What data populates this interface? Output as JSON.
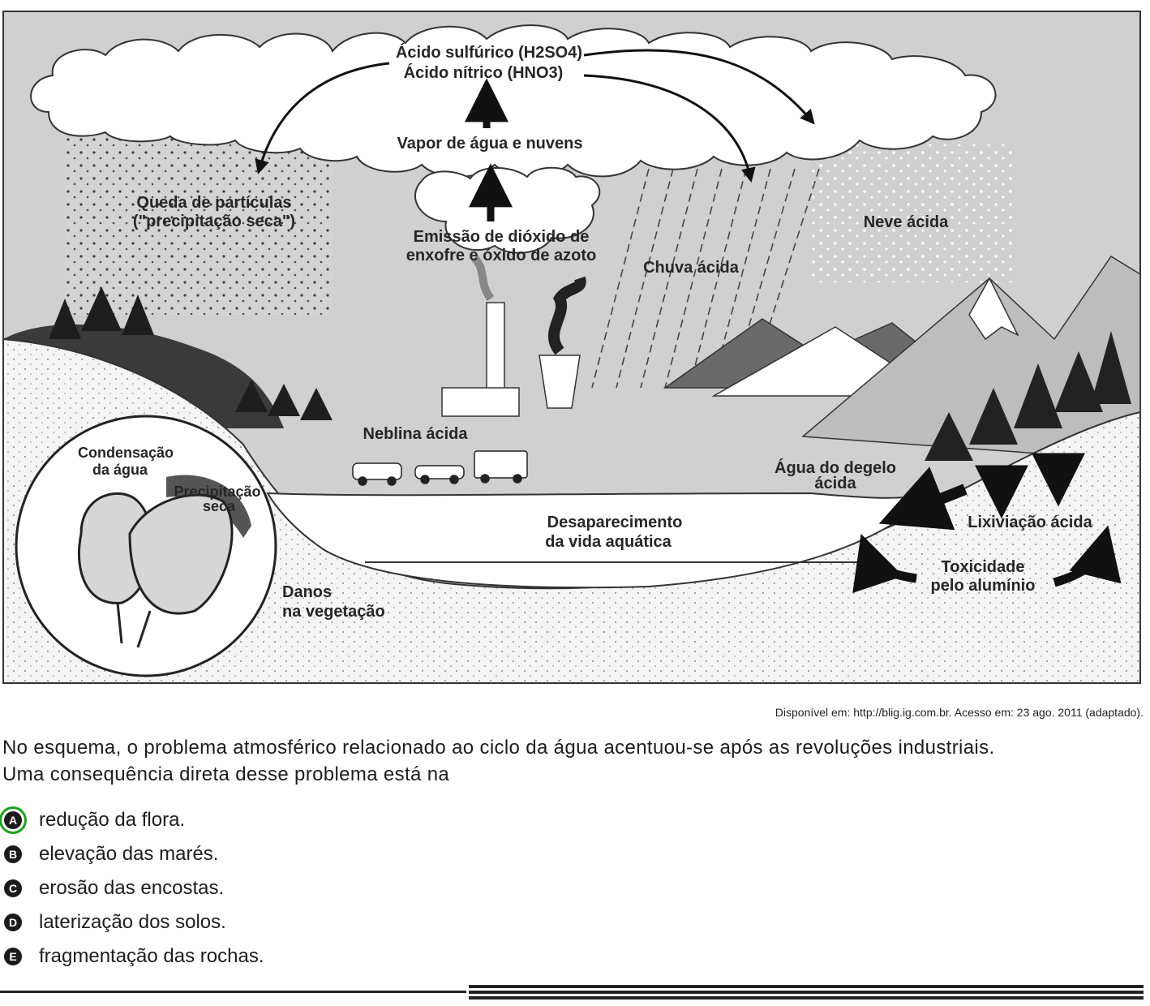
{
  "diagram": {
    "labels": {
      "sulfuric": "Ácido sulfúrico (H2SO4)",
      "nitric": "Ácido nítrico (HNO3)",
      "vapor": "Vapor de água e nuvens",
      "dry_fall_1": "Queda de partículas",
      "dry_fall_2": "(\"precipitação seca\")",
      "emission_1": "Emissão de dióxido de",
      "emission_2": "enxofre e óxido de azoto",
      "acid_rain": "Chuva ácida",
      "acid_snow": "Neve ácida",
      "acid_fog": "Neblina ácida",
      "condensation_1": "Condensação",
      "condensation_2": "da água",
      "dry_precip_1": "Precipitação",
      "dry_precip_2": "seca",
      "melt_1": "Água do degelo",
      "melt_2": "ácida",
      "aquatic_1": "Desaparecimento",
      "aquatic_2": "da vida aquática",
      "leaching": "Lixiviação ácida",
      "toxicity_1": "Toxicidade",
      "toxicity_2": "pelo alumínio",
      "vegetation_1": "Danos",
      "vegetation_2": "na vegetação"
    }
  },
  "source": "Disponível em: http://blig.ig.com.br. Acesso em: 23 ago. 2011 (adaptado).",
  "question": {
    "line1": "No esquema, o problema atmosférico relacionado ao ciclo da água acentuou-se após as revoluções industriais.",
    "line2": "Uma consequência direta desse problema está na"
  },
  "options": [
    {
      "letter": "A",
      "text": "redução da flora.",
      "selected": true
    },
    {
      "letter": "B",
      "text": "elevação das marés.",
      "selected": false
    },
    {
      "letter": "C",
      "text": "erosão das encostas.",
      "selected": false
    },
    {
      "letter": "D",
      "text": "laterização dos solos.",
      "selected": false
    },
    {
      "letter": "E",
      "text": "fragmentação das rochas.",
      "selected": false
    }
  ],
  "colors": {
    "correct_ring": "#1aa31a",
    "ink": "#1b1b1b"
  }
}
